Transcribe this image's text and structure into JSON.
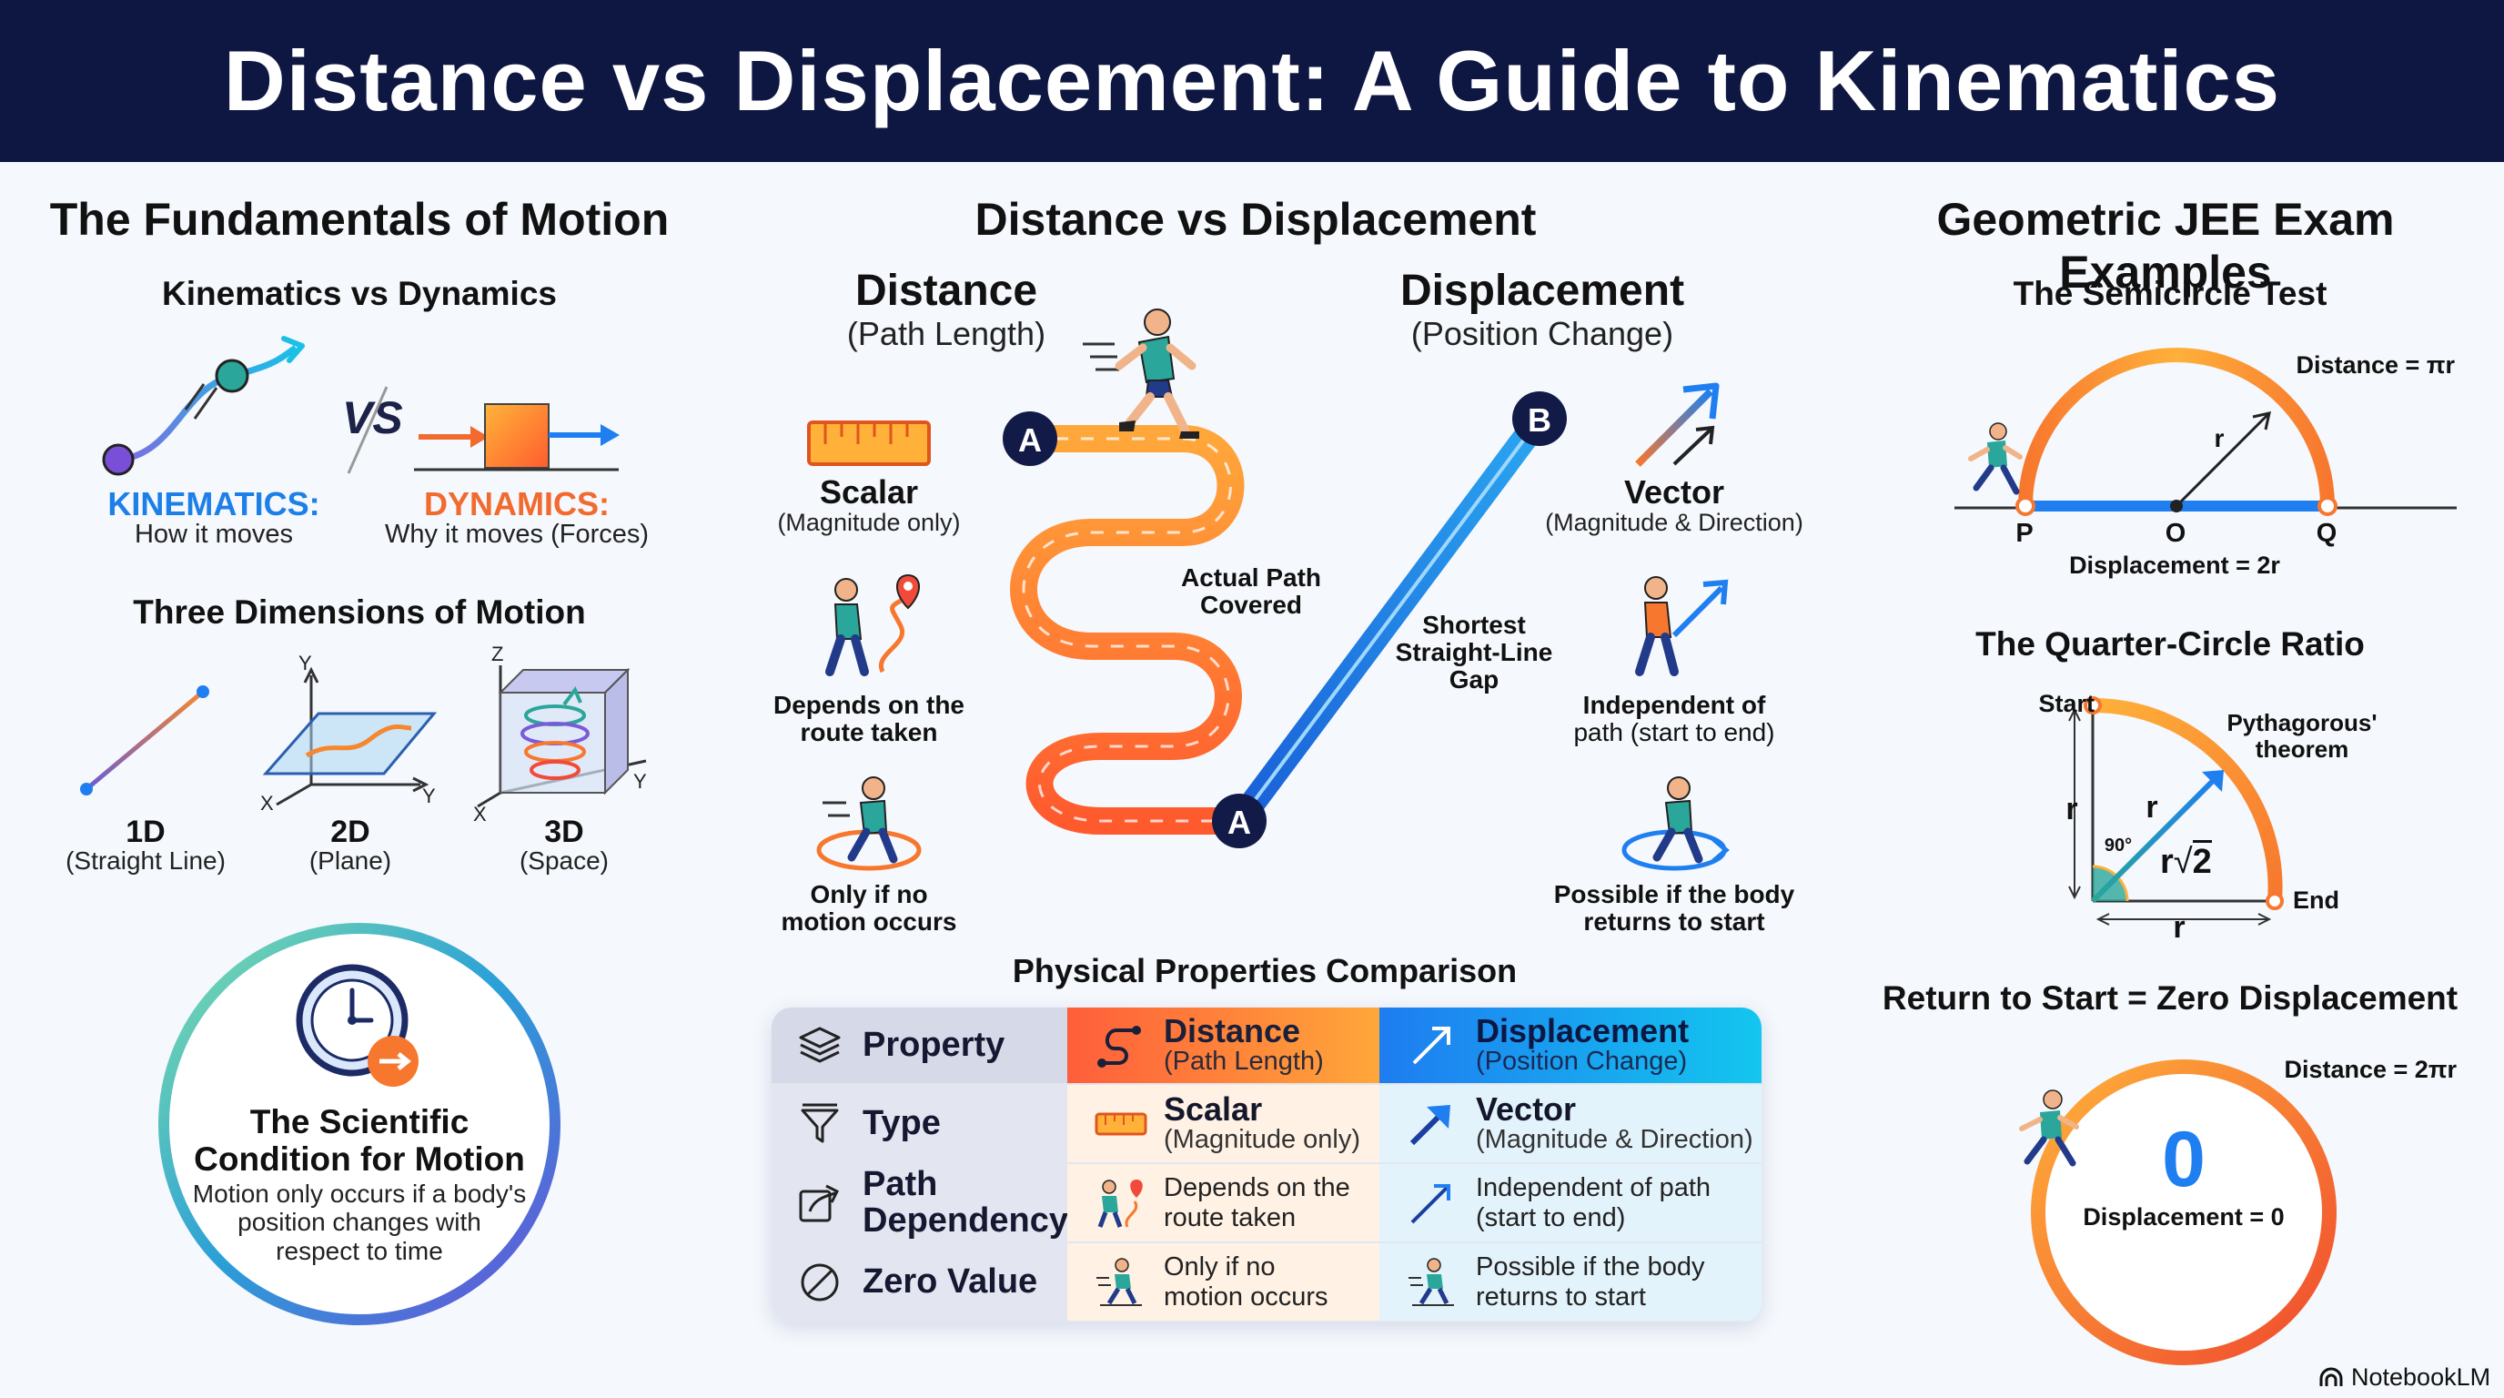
{
  "title": "Distance vs Displacement: A Guide to Kinematics",
  "left": {
    "heading": "The Fundamentals of Motion",
    "kin_dyn_heading": "Kinematics vs Dynamics",
    "vs": "VS",
    "kinematics_label": "KINEMATICS:",
    "kinematics_sub": "How it moves",
    "dynamics_label": "DYNAMICS:",
    "dynamics_sub": "Why it moves (Forces)",
    "dims_heading": "Three Dimensions of Motion",
    "dims": [
      {
        "label": "1D",
        "sub": "(Straight Line)"
      },
      {
        "label": "2D",
        "sub": "(Plane)"
      },
      {
        "label": "3D",
        "sub": "(Space)"
      }
    ],
    "axes": {
      "x": "X",
      "y": "Y",
      "z": "Z"
    },
    "condition_title_1": "The Scientific",
    "condition_title_2": "Condition for Motion",
    "condition_text_1": "Motion only occurs if a body's",
    "condition_text_2": "position changes with",
    "condition_text_3": "respect to time"
  },
  "middle": {
    "heading": "Distance vs Displacement",
    "distance": {
      "title": "Distance",
      "sub": "(Path Length)"
    },
    "displacement": {
      "title": "Displacement",
      "sub": "(Position Change)"
    },
    "scalar": {
      "title": "Scalar",
      "sub": "(Magnitude only)"
    },
    "vector": {
      "title": "Vector",
      "sub": "(Magnitude & Direction)"
    },
    "depends_1": "Depends on the",
    "depends_2": "route taken",
    "independent_1": "Independent of",
    "independent_2": "path (start to end)",
    "only_if_1": "Only if no",
    "only_if_2": "motion occurs",
    "possible_1": "Possible if the body",
    "possible_2": "returns to start",
    "actual_path_1": "Actual Path",
    "actual_path_2": "Covered",
    "shortest_1": "Shortest",
    "shortest_2": "Straight-Line",
    "shortest_3": "Gap",
    "point_a": "A",
    "point_b": "B",
    "table_heading": "Physical Properties Comparison",
    "table": {
      "header": {
        "property": "Property",
        "distance": "Distance",
        "distance_sub": "(Path Length)",
        "displacement": "Displacement",
        "displacement_sub": "(Position Change)"
      },
      "rows": [
        {
          "label": "Type",
          "d_main": "Scalar",
          "d_sub": "(Magnitude only)",
          "p_main": "Vector",
          "p_sub": "(Magnitude & Direction)"
        },
        {
          "label_1": "Path",
          "label_2": "Dependency",
          "d_1": "Depends on the",
          "d_2": "route taken",
          "p_1": "Independent of path",
          "p_2": "(start to end)"
        },
        {
          "label": "Zero Value",
          "d_1": "Only if no",
          "d_2": "motion occurs",
          "p_1": "Possible if the body",
          "p_2": "returns to start"
        }
      ]
    }
  },
  "right": {
    "heading": "Geometric JEE Exam Examples",
    "semicircle": {
      "title": "The Semicircle Test",
      "distance": "Distance = πr",
      "r": "r",
      "p": "P",
      "o": "O",
      "q": "Q",
      "displacement": "Displacement = 2r"
    },
    "quarter": {
      "title": "The Quarter-Circle Ratio",
      "start": "Start",
      "end": "End",
      "pythagoras_1": "Pythagorous'",
      "pythagoras_2": "theorem",
      "r": "r",
      "angle": "90°",
      "r_root": "r",
      "root": "2"
    },
    "circle": {
      "title": "Return to Start = Zero Displacement",
      "distance": "Distance = 2πr",
      "zero": "0",
      "displacement": "Displacement = 0"
    }
  },
  "brand": "NotebookLM",
  "colors": {
    "navy": "#0e1742",
    "orange": "#f7772e",
    "blue": "#1f7ff0",
    "teal": "#2ea39a",
    "purple": "#6b5bd6"
  }
}
